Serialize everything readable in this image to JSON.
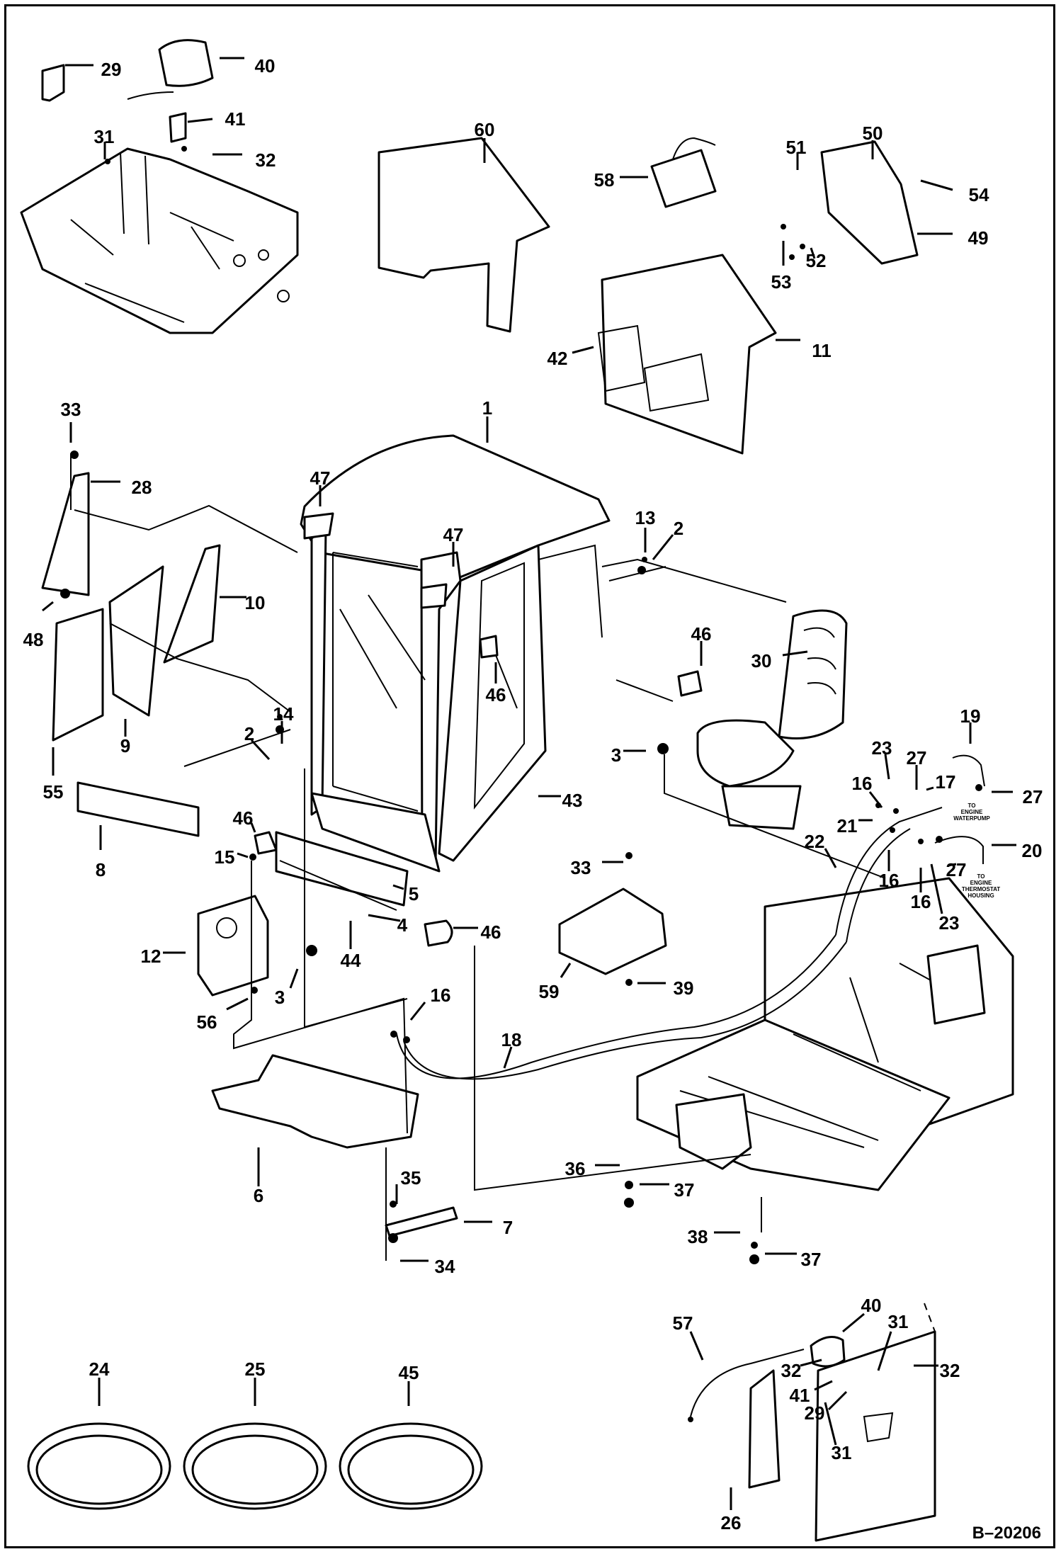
{
  "drawing_number": "B–20206",
  "notes": {
    "water_pump_1": "TO",
    "water_pump_2": "ENGINE",
    "water_pump_3": "WATERPUMP",
    "thermostat_1": "TO",
    "thermostat_2": "ENGINE",
    "thermostat_3": "THERMOSTAT",
    "thermostat_4": "HOUSING"
  },
  "callouts": [
    {
      "id": "c29a",
      "text": "29"
    },
    {
      "id": "c40a",
      "text": "40"
    },
    {
      "id": "c41a",
      "text": "41"
    },
    {
      "id": "c31a",
      "text": "31"
    },
    {
      "id": "c32a",
      "text": "32"
    },
    {
      "id": "c60",
      "text": "60"
    },
    {
      "id": "c58",
      "text": "58"
    },
    {
      "id": "c51",
      "text": "51"
    },
    {
      "id": "c50",
      "text": "50"
    },
    {
      "id": "c54",
      "text": "54"
    },
    {
      "id": "c49",
      "text": "49"
    },
    {
      "id": "c52",
      "text": "52"
    },
    {
      "id": "c53",
      "text": "53"
    },
    {
      "id": "c42",
      "text": "42"
    },
    {
      "id": "c11",
      "text": "11"
    },
    {
      "id": "c1",
      "text": "1"
    },
    {
      "id": "c33a",
      "text": "33"
    },
    {
      "id": "c28",
      "text": "28"
    },
    {
      "id": "c47a",
      "text": "47"
    },
    {
      "id": "c47b",
      "text": "47"
    },
    {
      "id": "c13",
      "text": "13"
    },
    {
      "id": "c2a",
      "text": "2"
    },
    {
      "id": "c10",
      "text": "10"
    },
    {
      "id": "c48",
      "text": "48"
    },
    {
      "id": "c46a",
      "text": "46"
    },
    {
      "id": "c30",
      "text": "30"
    },
    {
      "id": "c46b",
      "text": "46"
    },
    {
      "id": "c9",
      "text": "9"
    },
    {
      "id": "c14",
      "text": "14"
    },
    {
      "id": "c2b",
      "text": "2"
    },
    {
      "id": "c55",
      "text": "55"
    },
    {
      "id": "c3a",
      "text": "3"
    },
    {
      "id": "c19",
      "text": "19"
    },
    {
      "id": "c23a",
      "text": "23"
    },
    {
      "id": "c27a",
      "text": "27"
    },
    {
      "id": "c27b",
      "text": "27"
    },
    {
      "id": "c16a",
      "text": "16"
    },
    {
      "id": "c17",
      "text": "17"
    },
    {
      "id": "c21",
      "text": "21"
    },
    {
      "id": "c43",
      "text": "43"
    },
    {
      "id": "c46c",
      "text": "46"
    },
    {
      "id": "c22",
      "text": "22"
    },
    {
      "id": "c20",
      "text": "20"
    },
    {
      "id": "c27c",
      "text": "27"
    },
    {
      "id": "c8",
      "text": "8"
    },
    {
      "id": "c15",
      "text": "15"
    },
    {
      "id": "c5",
      "text": "5"
    },
    {
      "id": "c33b",
      "text": "33"
    },
    {
      "id": "c16b",
      "text": "16"
    },
    {
      "id": "c16c",
      "text": "16"
    },
    {
      "id": "c23b",
      "text": "23"
    },
    {
      "id": "c4",
      "text": "4"
    },
    {
      "id": "c46d",
      "text": "46"
    },
    {
      "id": "c12",
      "text": "12"
    },
    {
      "id": "c44",
      "text": "44"
    },
    {
      "id": "c3b",
      "text": "3"
    },
    {
      "id": "c59",
      "text": "59"
    },
    {
      "id": "c39",
      "text": "39"
    },
    {
      "id": "c56",
      "text": "56"
    },
    {
      "id": "c16d",
      "text": "16"
    },
    {
      "id": "c18",
      "text": "18"
    },
    {
      "id": "c6",
      "text": "6"
    },
    {
      "id": "c36",
      "text": "36"
    },
    {
      "id": "c37a",
      "text": "37"
    },
    {
      "id": "c35",
      "text": "35"
    },
    {
      "id": "c7",
      "text": "7"
    },
    {
      "id": "c34",
      "text": "34"
    },
    {
      "id": "c38",
      "text": "38"
    },
    {
      "id": "c37b",
      "text": "37"
    },
    {
      "id": "c24",
      "text": "24"
    },
    {
      "id": "c25",
      "text": "25"
    },
    {
      "id": "c45",
      "text": "45"
    },
    {
      "id": "c57",
      "text": "57"
    },
    {
      "id": "c40b",
      "text": "40"
    },
    {
      "id": "c31b",
      "text": "31"
    },
    {
      "id": "c32b",
      "text": "32"
    },
    {
      "id": "c32c",
      "text": "32"
    },
    {
      "id": "c41b",
      "text": "41"
    },
    {
      "id": "c29b",
      "text": "29"
    },
    {
      "id": "c31c",
      "text": "31"
    },
    {
      "id": "c26",
      "text": "26"
    }
  ]
}
